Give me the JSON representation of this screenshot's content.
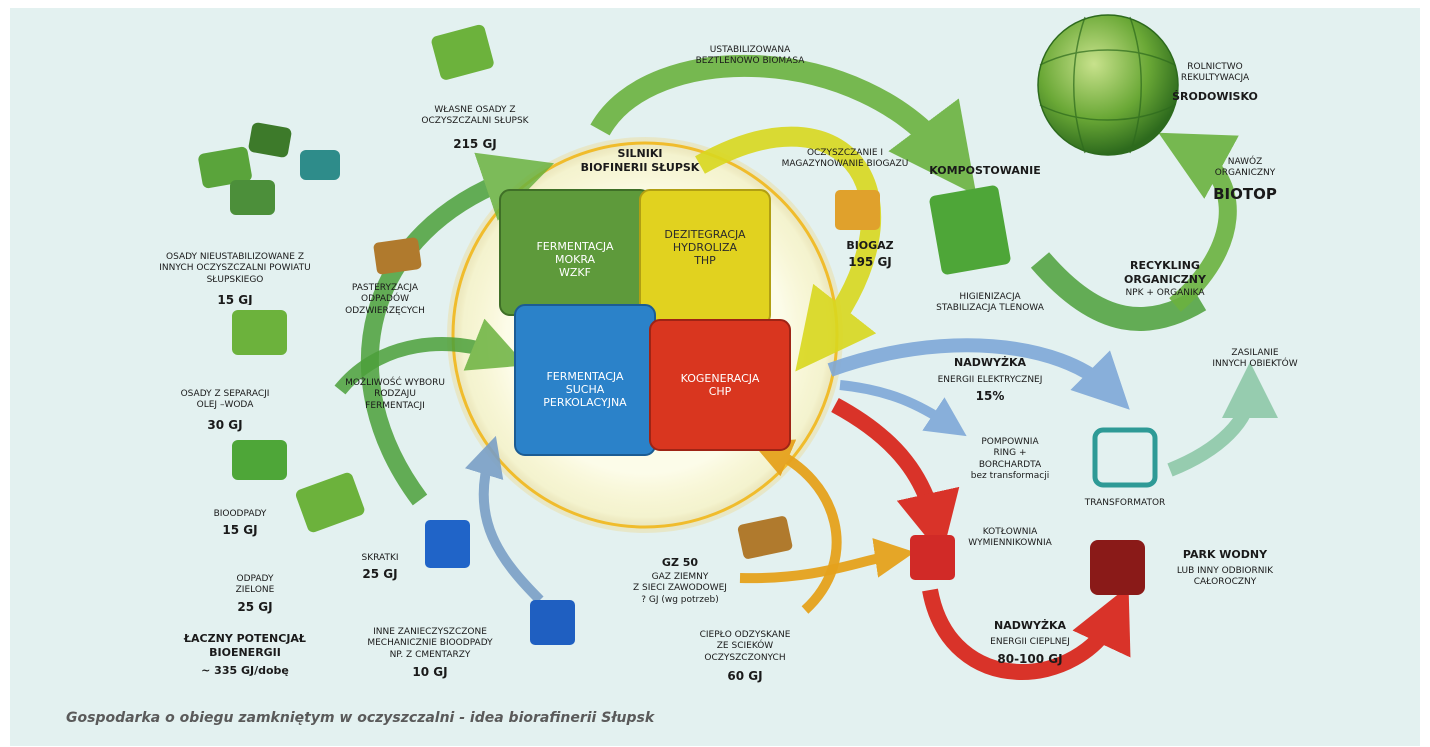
{
  "engine": {
    "title_1": "SILNIKI",
    "title_2": "BIOFINERII SŁUPSK",
    "pieces": [
      {
        "label": "FERMENTACJA\nMOKRA\nWZKF",
        "color": "#5e9a3b"
      },
      {
        "label": "DEZITEGRACJA\nHYDROLIZA\nTHP",
        "color": "#e1d21f"
      },
      {
        "label": "FERMENTACJA\nSUCHA\nPERKOLACYJNA",
        "color": "#2b82c9"
      },
      {
        "label": "KOGENERACJA\nCHP",
        "color": "#d9361f"
      }
    ]
  },
  "inputs": {
    "own_sludge": {
      "text": "WŁASNE OSADY Z\nOCZYSZCZALNI SŁUPSK",
      "value": "215 GJ"
    },
    "other_sludge": {
      "text": "OSADY NIEUSTABILIZOWANE Z\nINNYCH OCZYSZCZALNI POWIATU\nSŁUPSKIEGO",
      "value": "15 GJ"
    },
    "pasteurization": {
      "text": "PASTERYZACJA\nODPADÓW\nODZWIERZĘCYCH"
    },
    "oil_water": {
      "text": "OSADY Z SEPARACJI\nOLEJ –WODA",
      "value": "30 GJ"
    },
    "choice": {
      "text": "MOŻLIWOŚĆ WYBORU\nRODZAJU\nFERMENTACJI"
    },
    "biowaste": {
      "text": "BIOODPADY",
      "value": "15 GJ"
    },
    "green_waste": {
      "text": "ODPADY\nZIELONE",
      "value": "25 GJ"
    },
    "screenings": {
      "text": "SKRATKI",
      "value": "25 GJ"
    },
    "mechanical": {
      "text": "INNE ZANIECZYSZCZONE\nMECHANICZNIE BIOODPADY\nNP. Z CMENTARZY",
      "value": "10 GJ"
    },
    "total": {
      "text": "ŁACZNY POTENCJAŁ\nBIOENERGII",
      "value": "~ 335 GJ/dobę"
    }
  },
  "top": {
    "stabilized": "USTABILIZOWANA\nBEZTLENOWO BIOMASA",
    "biogas_cleaning": "OCZYSZCZANIE I\nMAGAZYNOWANIE BIOGAZU",
    "biogas": "BIOGAZ",
    "biogas_value": "195 GJ"
  },
  "compost": {
    "title": "KOMPOSTOWANIE",
    "sub": "HIGIENIZACJA\nSTABILIZACJA TLENOWA"
  },
  "environment": {
    "text": "ROLNICTWO\nREKULTYWACJA",
    "title": "ŚRODOWISKO"
  },
  "fertilizer": {
    "text": "NAWÓZ\nORGANICZNY",
    "title": "BIOTOP"
  },
  "recycling": {
    "title": "RECYKLING\nORGANICZNY",
    "sub": "NPK + ORGANIKA"
  },
  "power": {
    "title": "NADWYŻKA",
    "sub": "ENERGII ELEKTRYCZNEJ",
    "value": "15%"
  },
  "supply": {
    "text": "ZASILANIE\nINNYCH OBIEKTÓW"
  },
  "pumping": {
    "text": "POMPOWNIA\nRING +\nBORCHARDTA\nbez transformacji"
  },
  "transformer": {
    "text": "TRANSFORMATOR"
  },
  "boiler": {
    "text": "KOTŁOWNIA\nWYMIENNIKOWNIA"
  },
  "park": {
    "title": "PARK WODNY",
    "sub": "LUB INNY ODBIORNIK\nCAŁOROCZNY"
  },
  "heat": {
    "title": "NADWYŻKA",
    "sub": "ENERGII CIEPLNEJ",
    "value": "80-100 GJ"
  },
  "gas": {
    "title": "GZ 50",
    "sub": "GAZ ZIEMNY\nZ SIECI ZAWODOWEJ\n? GJ (wg potrzeb)"
  },
  "heat_recovery": {
    "text": "CIEPŁO ODZYSKANE\nZE SCIEKÓW\nOCZYSZCZONYCH",
    "value": "60 GJ"
  },
  "caption": "Gospodarka o obiegu zamkniętym w oczyszczalni - idea biorafinerii Słupsk"
}
